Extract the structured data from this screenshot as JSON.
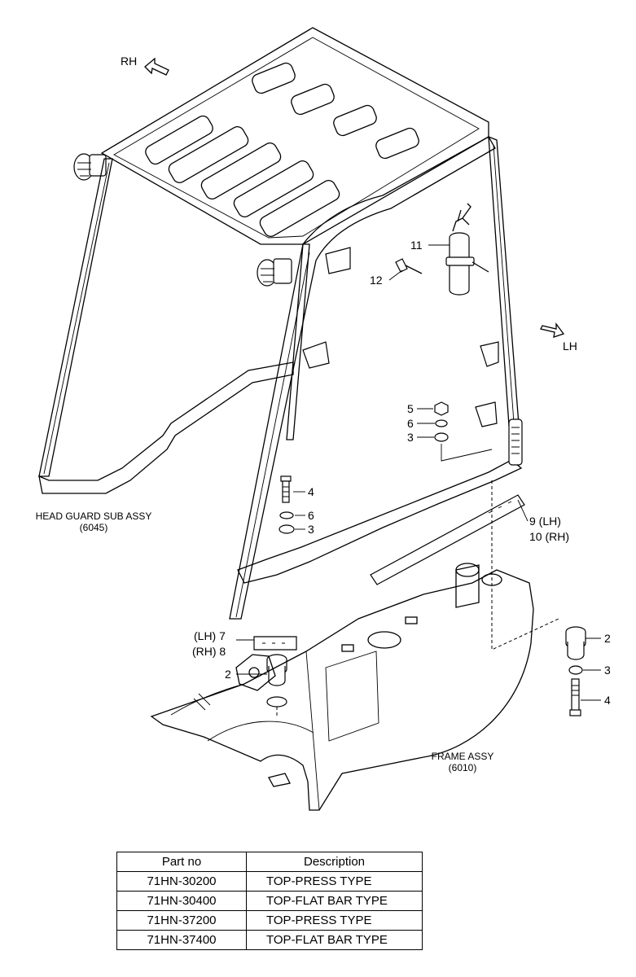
{
  "direction_labels": {
    "rh": "RH",
    "lh": "LH"
  },
  "assembly_labels": [
    {
      "name": "HEAD GUARD SUB ASSY",
      "code": "(6045)"
    },
    {
      "name": "FRAME ASSY",
      "code": "(6010)"
    }
  ],
  "callouts": {
    "c11": "11",
    "c12": "12",
    "c5": "5",
    "c6a": "6",
    "c3a": "3",
    "c4a": "4",
    "c6b": "6",
    "c3b": "3",
    "c9": "9 (LH)",
    "c10": "10 (RH)",
    "c7": "(LH) 7",
    "c8": "(RH) 8",
    "c2a": "2",
    "c2b": "2",
    "c3c": "3",
    "c4b": "4"
  },
  "table": {
    "headers": [
      "Part no",
      "Description"
    ],
    "rows": [
      {
        "part_no": "71HN-30200",
        "description": "TOP-PRESS TYPE"
      },
      {
        "part_no": "71HN-30400",
        "description": "TOP-FLAT BAR TYPE"
      },
      {
        "part_no": "71HN-37200",
        "description": "TOP-PRESS TYPE"
      },
      {
        "part_no": "71HN-37400",
        "description": "TOP-FLAT BAR TYPE"
      }
    ]
  }
}
